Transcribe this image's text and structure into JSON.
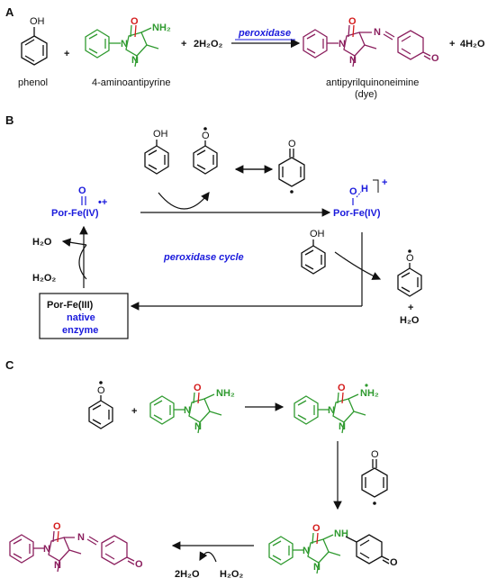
{
  "colors": {
    "phenol": "#111111",
    "aminoantipyrine": "#2f9a2f",
    "dye": "#8b1f5e",
    "carbonyl_oxygen": "#d41c1c",
    "enzyme_blue": "#1a1adc"
  },
  "panel_a": {
    "label": "A",
    "phenol_name": "phenol",
    "aap_name": "4-aminoantipyrine",
    "plus1": "+",
    "plus2": "+",
    "plus3": "+",
    "reagent": "2H₂O₂",
    "arrow_label": "peroxidase",
    "dye_name": "antipyrilquinoneimine",
    "dye_sub": "(dye)",
    "water": "4H₂O",
    "oh": "OH",
    "nh2": "NH₂",
    "n": "N",
    "o": "O"
  },
  "panel_b": {
    "label": "B",
    "left_species": "Por-Fe(IV)",
    "left_radical": "•+",
    "right_species": "Por-Fe(IV)",
    "right_h": "H",
    "right_charge": "+",
    "cycle_label": "peroxidase cycle",
    "native_line1": "Por-Fe(III)",
    "native_line2": "native",
    "native_line3": "enzyme",
    "h2o": "H₂O",
    "h2o2": "H₂O₂",
    "plus": "+",
    "water_out": "H₂O",
    "oh": "OH",
    "o": "O"
  },
  "panel_c": {
    "label": "C",
    "plus": "+",
    "h2o_out": "2H₂O",
    "h2o2_in": "H₂O₂",
    "nh2": "NH₂",
    "nh": "NH",
    "n": "N",
    "o": "O"
  }
}
